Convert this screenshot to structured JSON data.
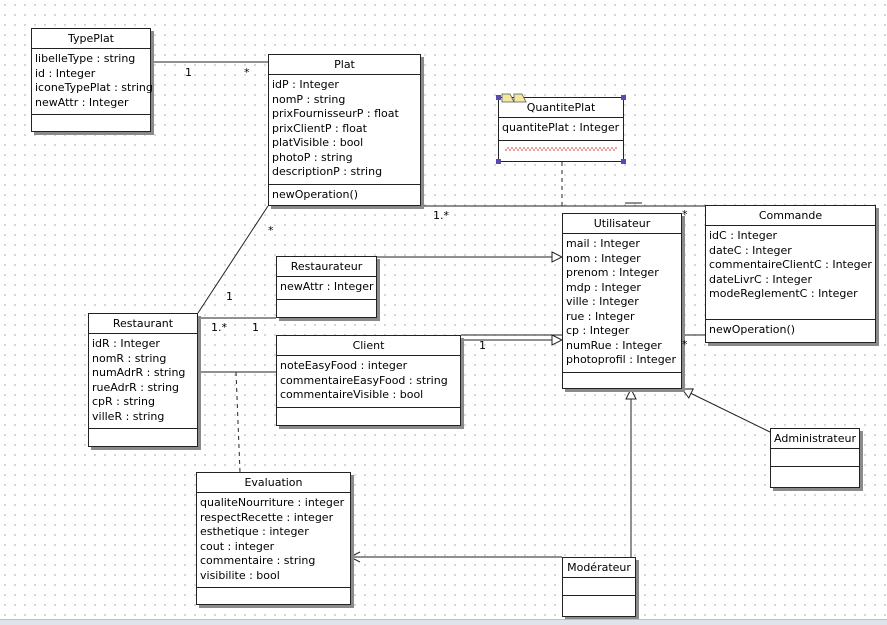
{
  "classes": {
    "typeplat": {
      "name": "TypePlat",
      "attributes": [
        "libelleType : string",
        "id : Integer",
        "iconeTypePlat : string",
        "newAttr : Integer"
      ],
      "operations": []
    },
    "plat": {
      "name": "Plat",
      "attributes": [
        "idP : Integer",
        "nomP : string",
        "prixFournisseurP : float",
        "prixClientP : float",
        "platVisible : bool",
        "photoP : string",
        "descriptionP : string"
      ],
      "operations": [
        "newOperation()"
      ]
    },
    "quantiteplat": {
      "name": "QuantitePlat",
      "attributes": [
        "quantitePlat : Integer"
      ],
      "operations": []
    },
    "utilisateur": {
      "name": "Utilisateur",
      "attributes": [
        "mail : Integer",
        "nom : Integer",
        "prenom : Integer",
        "mdp : Integer",
        "ville : Integer",
        "rue : Integer",
        "cp : Integer",
        "numRue : Integer",
        "photoprofil : Integer"
      ],
      "operations": []
    },
    "commande": {
      "name": "Commande",
      "attributes": [
        "idC : Integer",
        "dateC : Integer",
        "commentaireClientC : Integer",
        "dateLivrC : Integer",
        "modeReglementC : Integer"
      ],
      "operations": [
        "newOperation()"
      ]
    },
    "restaurateur": {
      "name": "Restaurateur",
      "attributes": [
        "newAttr : Integer"
      ],
      "operations": []
    },
    "restaurant": {
      "name": "Restaurant",
      "attributes": [
        "idR : Integer",
        "nomR : string",
        "numAdrR : string",
        "rueAdrR : string",
        "cpR : string",
        "villeR : string"
      ],
      "operations": []
    },
    "client": {
      "name": "Client",
      "attributes": [
        "noteEasyFood : integer",
        "commentaireEasyFood : string",
        "commentaireVisible : bool"
      ],
      "operations": []
    },
    "administrateur": {
      "name": "Administrateur",
      "attributes": [],
      "operations": []
    },
    "evaluation": {
      "name": "Evaluation",
      "attributes": [
        "qualiteNourriture : integer",
        "respectRecette : integer",
        "esthetique : integer",
        "cout : integer",
        "commentaire : string",
        "visibilite : bool"
      ],
      "operations": []
    },
    "moderateur": {
      "name": "Modérateur",
      "attributes": [],
      "operations": []
    }
  },
  "multiplicities": {
    "typeplat_plat_left": "1",
    "typeplat_plat_right": "*",
    "plat_commande_left": "1.*",
    "plat_commande_right": "*",
    "plat_restaurant_top": "*",
    "plat_restaurant_bottom": "1",
    "restaurant_restaurateur_left": "1.*",
    "restaurant_restaurateur_right": "1",
    "client_commande_left": "1",
    "client_commande_right": "*"
  }
}
